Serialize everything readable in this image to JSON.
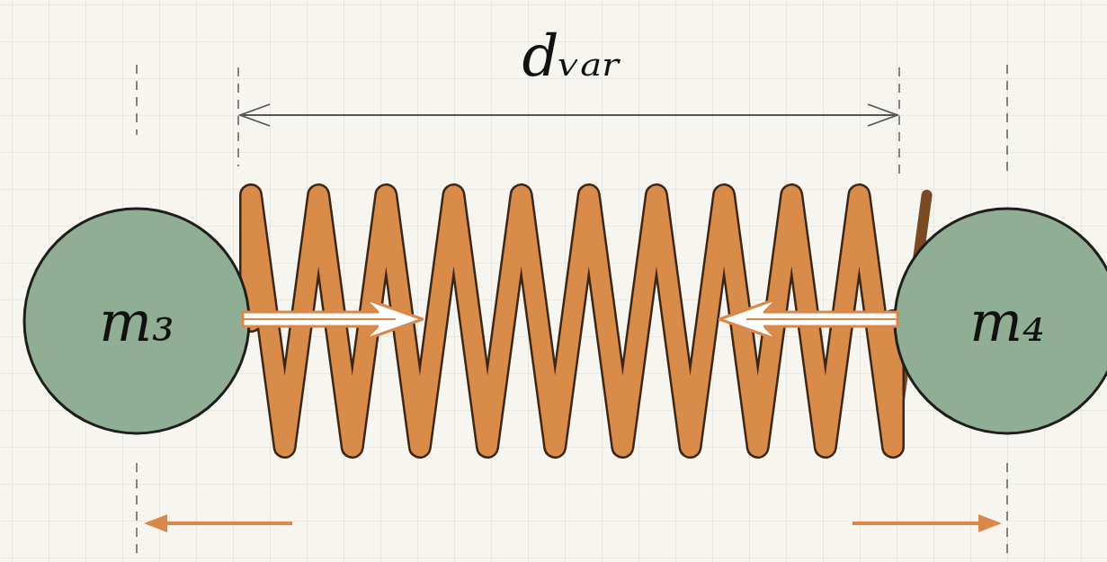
{
  "diagram": {
    "nodes": [
      {
        "text": [
          "m₃"
        ]
      },
      {
        "text": [
          "m₄"
        ]
      }
    ],
    "edges": [
      {
        "from": 0,
        "to": 1,
        "arrow": "none"
      }
    ],
    "labels": [
      "dᵥₐᵣ"
    ]
  }
}
